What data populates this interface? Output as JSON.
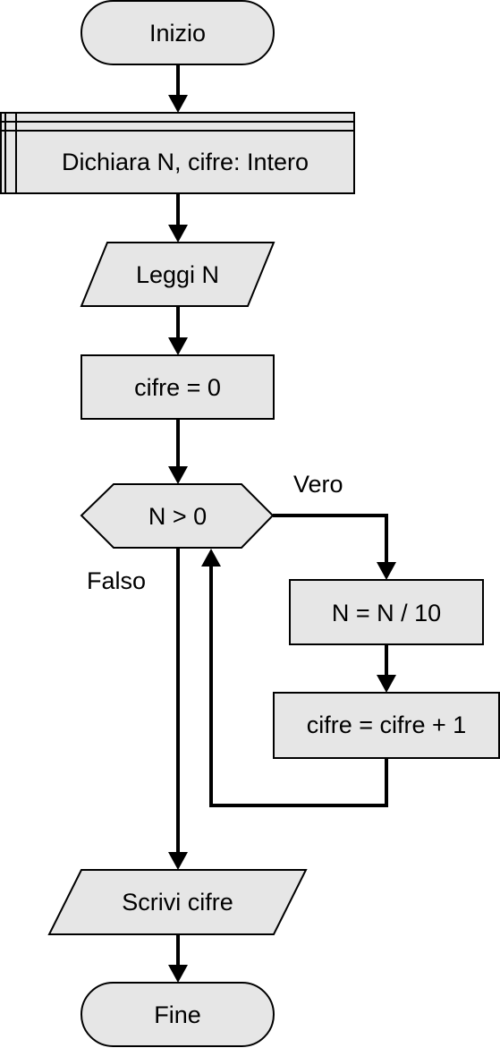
{
  "diagram": {
    "nodes": {
      "start": "Inizio",
      "declare": "Dichiara N, cifre: Intero",
      "read": "Leggi N",
      "init": "cifre = 0",
      "condition": "N > 0",
      "divide": "N = N / 10",
      "increment": "cifre = cifre + 1",
      "write": "Scrivi cifre",
      "end": "Fine"
    },
    "branches": {
      "true_label": "Vero",
      "false_label": "Falso"
    }
  }
}
